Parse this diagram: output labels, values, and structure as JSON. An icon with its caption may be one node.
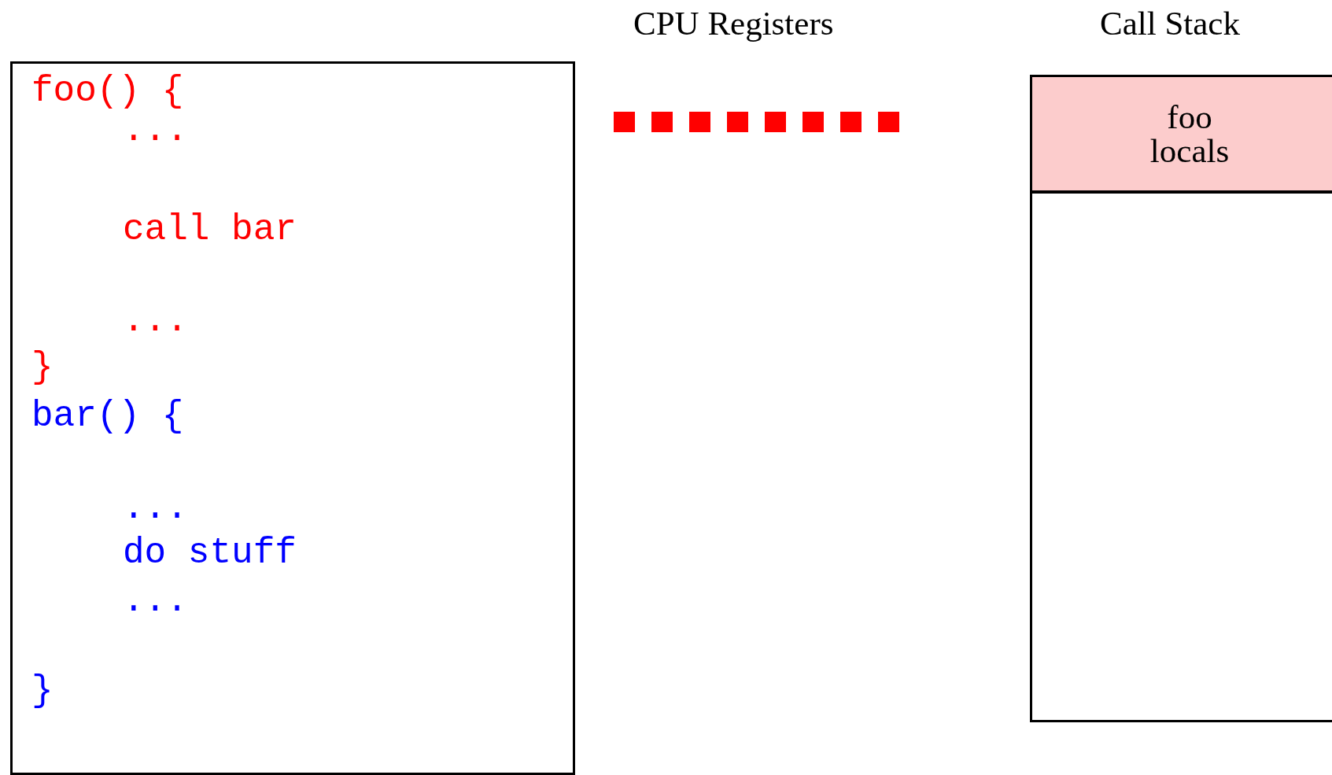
{
  "diagram": {
    "nodes": [
      {
        "text": [
          "foo() {",
          "...",
          "call bar",
          "...",
          "}",
          "bar() {",
          "...",
          "do stuff",
          "...",
          "}"
        ]
      },
      {
        "text": [
          "Call Stack"
        ]
      },
      {
        "text": [
          "foo locals"
        ],
        "in": 1
      }
    ],
    "labels": [
      "CPU Registers"
    ]
  }
}
